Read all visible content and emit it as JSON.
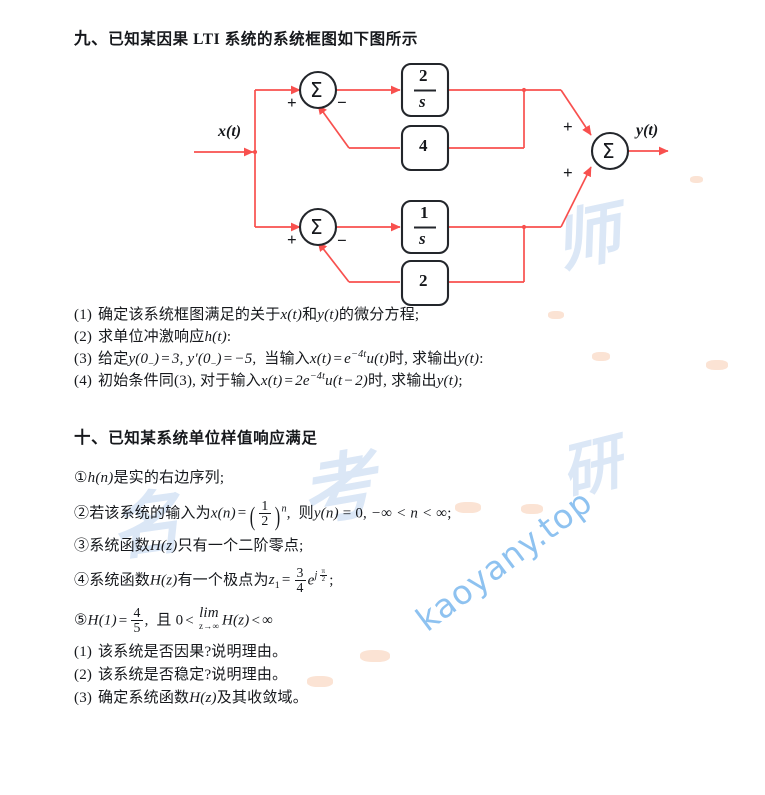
{
  "document": {
    "watermarks": {
      "site": "kaoyany.top",
      "cjk_marks": [
        "考",
        "研",
        "名",
        "师"
      ]
    }
  },
  "section_nine": {
    "number": "九、",
    "title": "已知某因果 LTI 系统的系统框图如下图所示",
    "items": [
      {
        "index": "(1)",
        "text_pre": "确定该系统框图满足的关于",
        "var1": "x(t)",
        "mid": "和",
        "var2": "y(t)",
        "text_post": "的微分方程;"
      },
      {
        "index": "(2)",
        "text_pre": "求单位冲激响应",
        "var1": "h(t)",
        "text_post": ":"
      },
      {
        "index": "(3)",
        "label": "给定",
        "given1": "y(0₋) = 3",
        "given2": "y′(0₋) = −5",
        "cond": "当输入",
        "input": "x(t) = e⁻⁴ᵗu(t)",
        "when": "时,",
        "ask": "求输出",
        "output": "y(t)",
        "end": ":"
      },
      {
        "index": "(4)",
        "label": "初始条件同(3),",
        "cond": "对于输入",
        "input": "x(t) = 2e⁻⁴ᵗu(t − 2)",
        "when": "时,",
        "ask": "求输出",
        "output": "y(t)",
        "end": ";"
      }
    ]
  },
  "section_ten": {
    "number": "十、",
    "title": "已知某系统单位样值响应满足",
    "conditions": [
      {
        "index": "①",
        "text_pre": "",
        "var": "h(n)",
        "text_post": "是实的右边序列;"
      },
      {
        "index": "②",
        "text_pre": "若该系统的输入为",
        "var": "x(n)",
        "eq": "=",
        "frac_num": "1",
        "frac_den": "2",
        "power": "n",
        "comma": ",",
        "then": "则",
        "var2": "y(n)",
        "eq2": "= 0,",
        "range": "−∞ < n < ∞",
        "end": ";"
      },
      {
        "index": "③",
        "text_pre": "系统函数",
        "var": "H(z)",
        "text_post": "只有一个二阶零点;"
      },
      {
        "index": "④",
        "text_pre": "系统函数",
        "var": "H(z)",
        "text_mid": "有一个极点为",
        "var2": "z₁",
        "eq": "=",
        "frac_num": "3",
        "frac_den": "4",
        "exp_base": "e",
        "exp_j": "j",
        "exp_num": "π",
        "exp_den": "2",
        "end": ";"
      },
      {
        "index": "⑤",
        "lhs": "H(1)",
        "eq": "=",
        "frac_num": "4",
        "frac_den": "5",
        "comma": ",",
        "and": "且",
        "zero": "0",
        "lt1": "<",
        "lim": "lim",
        "limsub": "z→∞",
        "func": "H(z)",
        "lt2": "<",
        "inf": "∞"
      }
    ],
    "questions": [
      {
        "index": "(1)",
        "text": "该系统是否因果?说明理由。"
      },
      {
        "index": "(2)",
        "text": "该系统是否稳定?说明理由。"
      },
      {
        "index": "(3)",
        "text_pre": "确定系统函数",
        "var": "H(z)",
        "text_post": "及其收敛域。"
      }
    ]
  },
  "block_diagram": {
    "input_label": "x(t)",
    "output_label": "y(t)",
    "line_color": "#f8504e",
    "stroke_color": "#2b2b2b",
    "sum_symbol": "Σ",
    "nodes": [
      {
        "id": "sum-top",
        "type": "summing-junction",
        "signs": [
          "+",
          "−"
        ]
      },
      {
        "id": "sum-bottom",
        "type": "summing-junction",
        "signs": [
          "+",
          "−"
        ]
      },
      {
        "id": "sum-output",
        "type": "summing-junction",
        "signs": [
          "+",
          "+"
        ]
      }
    ],
    "blocks": [
      {
        "id": "gain-2-over-s",
        "type": "fraction",
        "numerator": "2",
        "denominator": "s"
      },
      {
        "id": "gain-4",
        "type": "scalar",
        "value": "4"
      },
      {
        "id": "gain-1-over-s",
        "type": "fraction",
        "numerator": "1",
        "denominator": "s"
      },
      {
        "id": "gain-2",
        "type": "scalar",
        "value": "2"
      }
    ]
  }
}
